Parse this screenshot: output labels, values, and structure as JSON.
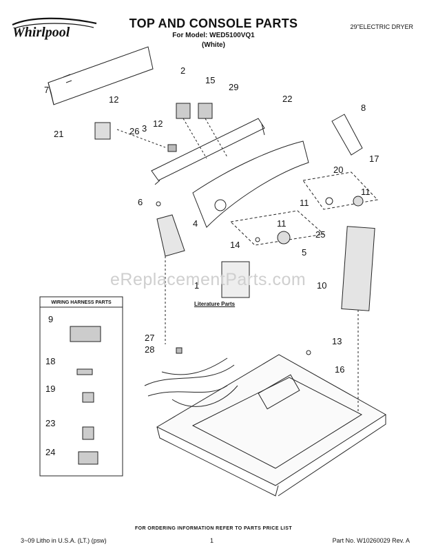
{
  "header": {
    "title": "TOP AND CONSOLE PARTS",
    "model": "For Model: WED5100VQ1",
    "color": "(White)",
    "product": "29\"ELECTRIC DRYER",
    "brand": "Whirlpool"
  },
  "watermark": "eReplacementParts.com",
  "harness_box_title": "WIRING HARNESS PARTS",
  "literature_label": "Literature Parts",
  "callouts": [
    "2",
    "7",
    "12",
    "15",
    "29",
    "22",
    "8",
    "3",
    "26",
    "12",
    "21",
    "17",
    "20",
    "11",
    "11",
    "6",
    "4",
    "11",
    "25",
    "14",
    "5",
    "1",
    "10",
    "9",
    "18",
    "19",
    "23",
    "24",
    "27",
    "28",
    "13",
    "16"
  ],
  "footer": {
    "note": "FOR ORDERING INFORMATION REFER TO PARTS PRICE LIST",
    "left": "3~09 Litho in U.S.A. (LT.) (psw)",
    "page": "1",
    "right": "Part No. W10260029 Rev. A"
  },
  "colors": {
    "ink": "#111111",
    "watermark": "#cfcfcf"
  }
}
